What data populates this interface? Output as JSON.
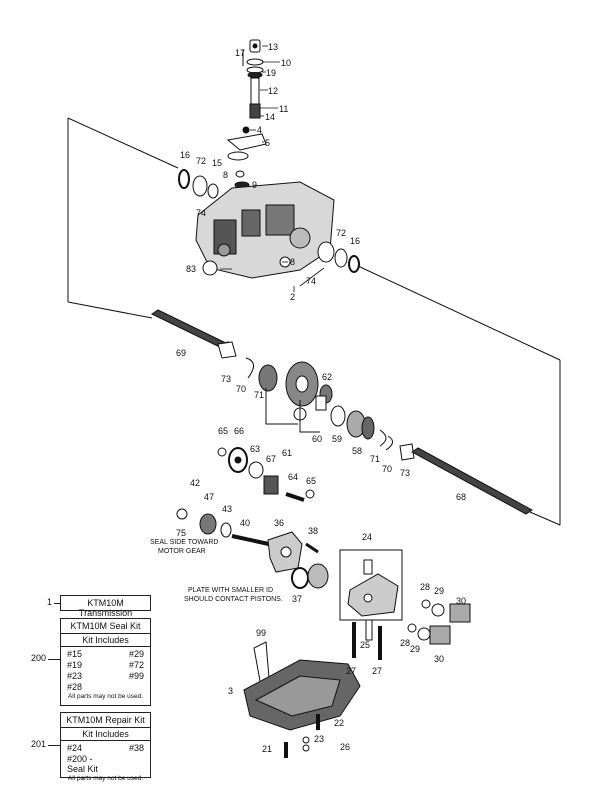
{
  "parts": [
    {
      "id": "13",
      "text": "13"
    },
    {
      "id": "17",
      "text": "17"
    },
    {
      "id": "10",
      "text": "10"
    },
    {
      "id": "19",
      "text": "19"
    },
    {
      "id": "12",
      "text": "12"
    },
    {
      "id": "11",
      "text": "11"
    },
    {
      "id": "14",
      "text": "14"
    },
    {
      "id": "4",
      "text": "4"
    },
    {
      "id": "5",
      "text": "5"
    },
    {
      "id": "15",
      "text": "15"
    },
    {
      "id": "8a",
      "text": "8"
    },
    {
      "id": "9",
      "text": "9"
    },
    {
      "id": "16a",
      "text": "16"
    },
    {
      "id": "72a",
      "text": "72"
    },
    {
      "id": "74a",
      "text": "74"
    },
    {
      "id": "83",
      "text": "83"
    },
    {
      "id": "8b",
      "text": "8"
    },
    {
      "id": "72b",
      "text": "72"
    },
    {
      "id": "16b",
      "text": "16"
    },
    {
      "id": "74b",
      "text": "74"
    },
    {
      "id": "2",
      "text": "2"
    },
    {
      "id": "69",
      "text": "69"
    },
    {
      "id": "73a",
      "text": "73"
    },
    {
      "id": "70a",
      "text": "70"
    },
    {
      "id": "71a",
      "text": "71"
    },
    {
      "id": "62",
      "text": "62"
    },
    {
      "id": "60",
      "text": "60"
    },
    {
      "id": "61",
      "text": "61"
    },
    {
      "id": "59",
      "text": "59"
    },
    {
      "id": "58",
      "text": "58"
    },
    {
      "id": "71b",
      "text": "71"
    },
    {
      "id": "70b",
      "text": "70"
    },
    {
      "id": "73b",
      "text": "73"
    },
    {
      "id": "65a",
      "text": "65"
    },
    {
      "id": "66",
      "text": "66"
    },
    {
      "id": "63",
      "text": "63"
    },
    {
      "id": "67",
      "text": "67"
    },
    {
      "id": "64",
      "text": "64"
    },
    {
      "id": "65b",
      "text": "65"
    },
    {
      "id": "68",
      "text": "68"
    },
    {
      "id": "42",
      "text": "42"
    },
    {
      "id": "47",
      "text": "47"
    },
    {
      "id": "43",
      "text": "43"
    },
    {
      "id": "75",
      "text": "75"
    },
    {
      "id": "40",
      "text": "40"
    },
    {
      "id": "36",
      "text": "36"
    },
    {
      "id": "38",
      "text": "38"
    },
    {
      "id": "37",
      "text": "37"
    },
    {
      "id": "24",
      "text": "24"
    },
    {
      "id": "28a",
      "text": "28"
    },
    {
      "id": "29a",
      "text": "29"
    },
    {
      "id": "30a",
      "text": "30"
    },
    {
      "id": "28b",
      "text": "28"
    },
    {
      "id": "29b",
      "text": "29"
    },
    {
      "id": "30b",
      "text": "30"
    },
    {
      "id": "25",
      "text": "25"
    },
    {
      "id": "27a",
      "text": "27"
    },
    {
      "id": "27b",
      "text": "27"
    },
    {
      "id": "99",
      "text": "99"
    },
    {
      "id": "3",
      "text": "3"
    },
    {
      "id": "22",
      "text": "22"
    },
    {
      "id": "21",
      "text": "21"
    },
    {
      "id": "23",
      "text": "23"
    },
    {
      "id": "26",
      "text": "26"
    }
  ],
  "notes": {
    "seal_side_1": "SEAL SIDE TOWARD",
    "seal_side_2": "MOTOR GEAR",
    "plate_1": "PLATE WITH SMALLER ID",
    "plate_2": "SHOULD CONTACT PISTONS."
  },
  "kits": {
    "transmission": {
      "number": "1",
      "title": "KTM10M Transmission"
    },
    "seal_kit": {
      "number": "200",
      "title": "KTM10M Seal Kit",
      "subtitle": "Kit Includes",
      "items": [
        "#15",
        "#29",
        "#19",
        "#72",
        "#23",
        "#99",
        "#28",
        ""
      ],
      "note": "All parts may not be used."
    },
    "repair_kit": {
      "number": "201",
      "title": "KTM10M Repair Kit",
      "subtitle": "Kit Includes",
      "items": [
        "#24",
        "#38",
        "#200 - Seal Kit",
        ""
      ],
      "note": "All parts may not be used."
    }
  }
}
